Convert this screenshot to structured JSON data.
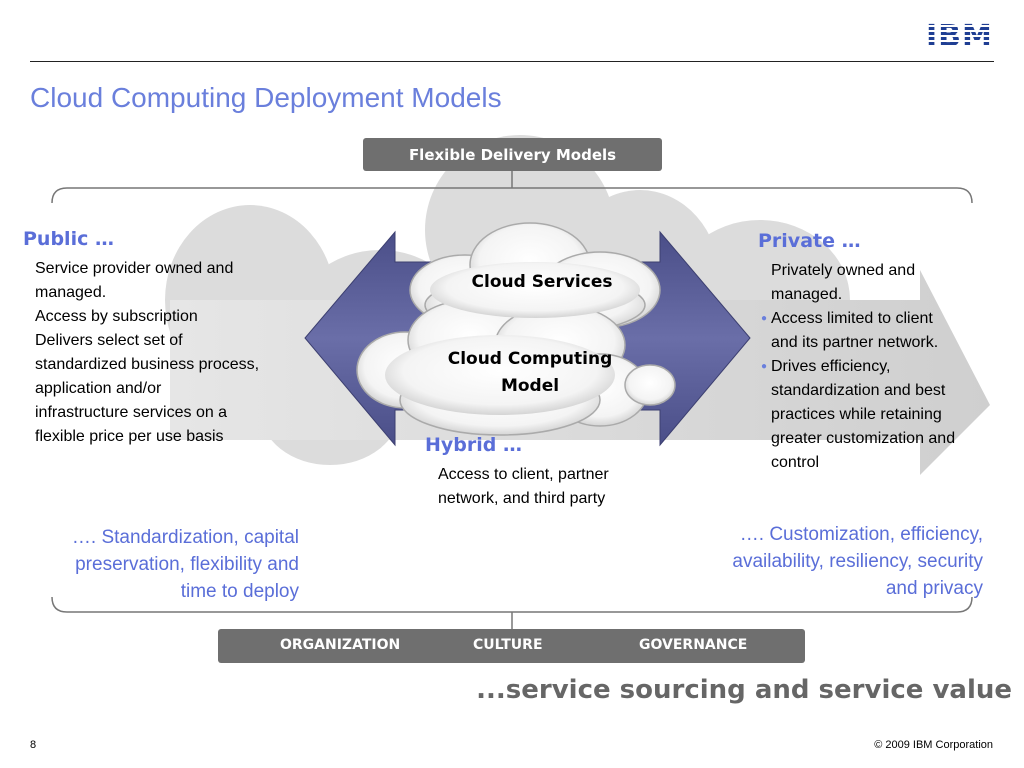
{
  "header": {
    "logo": "IBM",
    "title": "Cloud Computing Deployment Models"
  },
  "top_bar": {
    "label": "Flexible Delivery Models"
  },
  "public": {
    "heading": "Public …",
    "lines": [
      "Service provider owned and",
      "managed.",
      "Access by subscription",
      "Delivers select set of",
      "standardized business process,",
      "application and/or",
      "infrastructure services on a",
      "flexible price per use basis"
    ],
    "quote_lines": [
      "…. Standardization, capital",
      "preservation, flexibility and",
      "time to  deploy"
    ]
  },
  "private": {
    "heading": "Private …",
    "lines": [
      "Privately owned and",
      "managed.",
      "Access limited to client",
      "and its partner network.",
      "Drives efficiency,",
      "standardization and best",
      "practices while retaining",
      "greater customization and",
      "control"
    ],
    "quote_lines": [
      "….  Customization, efficiency,",
      "availability, resiliency, security",
      "and privacy"
    ]
  },
  "hybrid": {
    "heading": "Hybrid …",
    "lines": [
      "Access to client, partner",
      "network, and third party"
    ]
  },
  "clouds": {
    "services": "Cloud Services",
    "model_line1": "Cloud Computing",
    "model_line2": "Model"
  },
  "bottom_bar": {
    "items": [
      "ORGANIZATION",
      "CULTURE",
      "GOVERNANCE"
    ]
  },
  "tagline": "...service sourcing and service value",
  "footer": {
    "page_number": "8",
    "copyright": "© 2009 IBM Corporation"
  },
  "colors": {
    "title_blue": "#6a7fdc",
    "arrow_purple": "#5b5f97",
    "bar_gray": "#6f6f6f",
    "ibm_blue": "#1f3e93"
  }
}
